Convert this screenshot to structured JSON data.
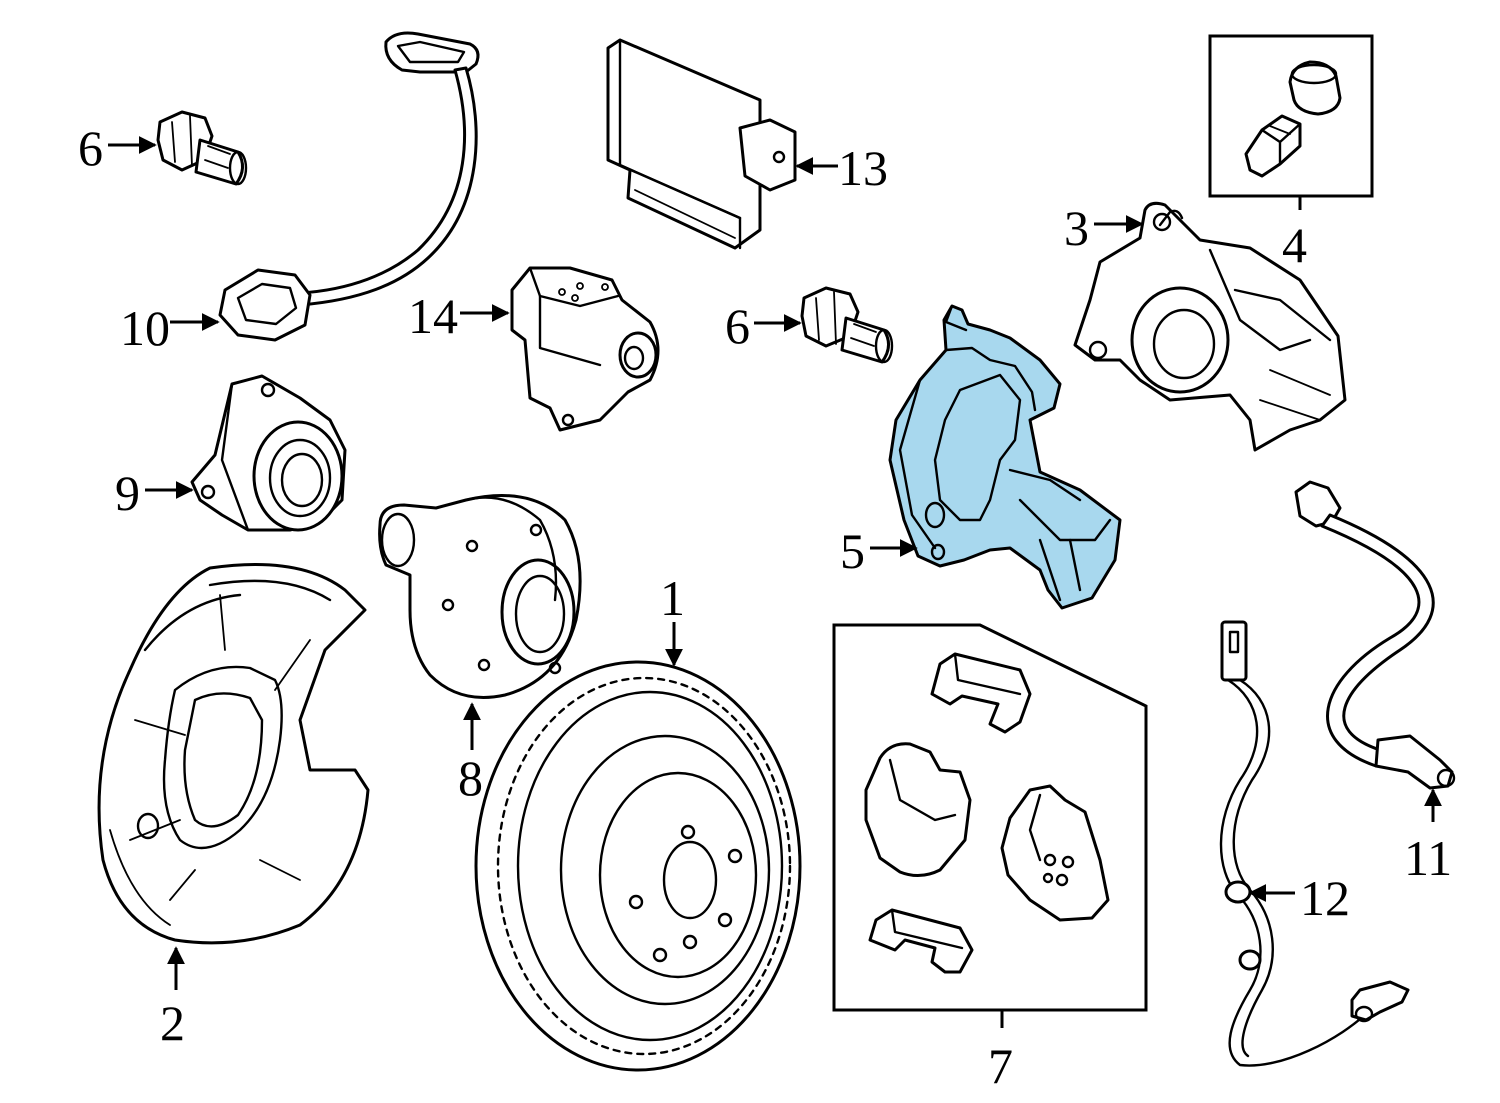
{
  "highlight_color": "#a8d8ee",
  "line_color": "#000000",
  "callouts": {
    "c1": "1",
    "c2": "2",
    "c3": "3",
    "c4": "4",
    "c5": "5",
    "c6a": "6",
    "c6b": "6",
    "c7": "7",
    "c8": "8",
    "c9": "9",
    "c10": "10",
    "c11": "11",
    "c12": "12",
    "c13": "13",
    "c14": "14"
  },
  "highlighted_part": "5"
}
